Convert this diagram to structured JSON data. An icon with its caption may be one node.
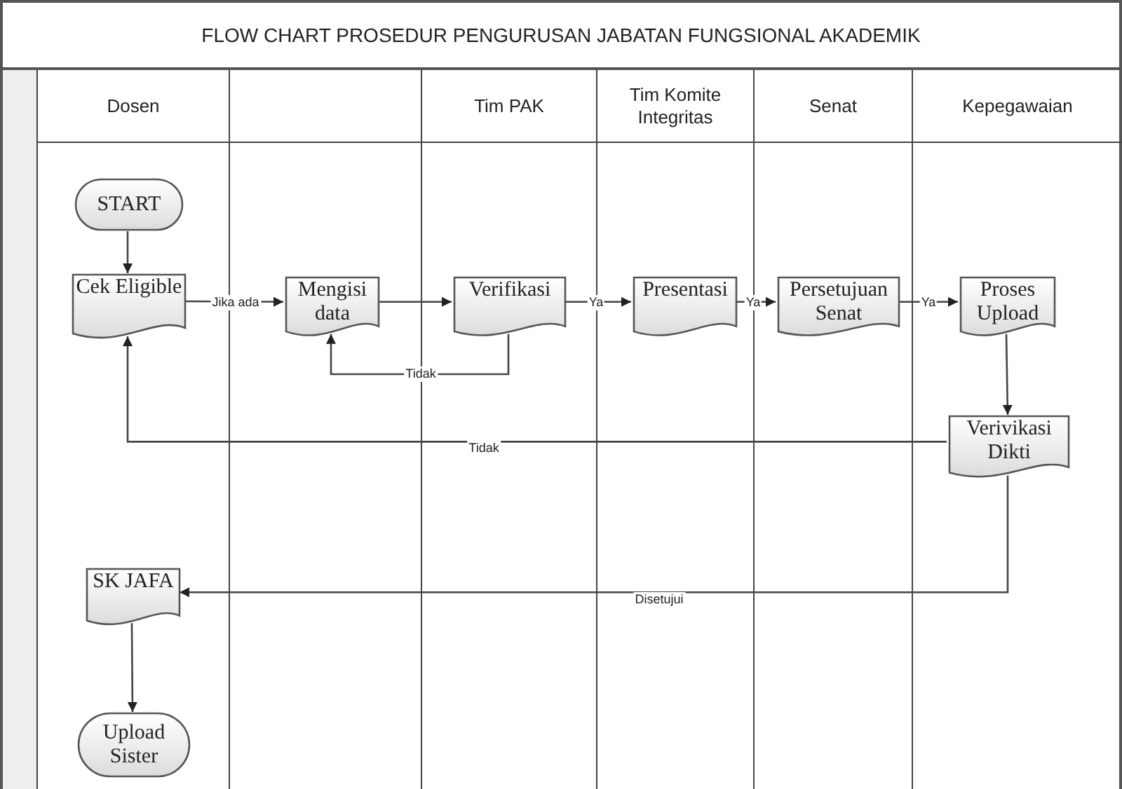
{
  "diagram": {
    "title": "FLOW CHART PROSEDUR PENGURUSAN JABATAN FUNGSIONAL AKADEMIK",
    "nodes": [
      {
        "text": [
          "Dosen"
        ]
      },
      {
        "text": [],
        "shape": "box"
      },
      {
        "text": [
          "Tim PAK"
        ]
      },
      {
        "text": [
          "Tim Komite Integritas"
        ]
      },
      {
        "text": [
          "Senat"
        ]
      },
      {
        "text": [
          "Kepegawaian"
        ]
      },
      {
        "text": [
          "START"
        ],
        "in": 0
      },
      {
        "text": [
          "Cek Eligible"
        ],
        "in": 0
      },
      {
        "text": [
          "Mengisi data"
        ],
        "in": 1
      },
      {
        "text": [
          "Verifikasi"
        ],
        "in": 2
      },
      {
        "text": [
          "Presentasi"
        ],
        "in": 3
      },
      {
        "text": [
          "Persetujuan Senat"
        ],
        "in": 4
      },
      {
        "text": [
          "Proses Upload"
        ],
        "in": 5
      },
      {
        "text": [
          "Verivikasi Dikti"
        ],
        "in": 5
      },
      {
        "text": [
          "SK JAFA"
        ],
        "in": 0
      },
      {
        "text": [
          "Upload Sister"
        ],
        "in": 0
      }
    ],
    "edges": [
      {
        "from": 6,
        "to": 7,
        "arrow": "to"
      },
      {
        "from": 7,
        "to": 8,
        "arrow": "to",
        "label": "Jika ada"
      },
      {
        "from": 8,
        "to": 9,
        "arrow": "to"
      },
      {
        "from": 9,
        "to": 8,
        "arrow": "to",
        "label": "Tidak"
      },
      {
        "from": 9,
        "to": 10,
        "arrow": "to",
        "label": "Ya"
      },
      {
        "from": 10,
        "to": 11,
        "arrow": "to",
        "label": "Ya"
      },
      {
        "from": 11,
        "to": 12,
        "arrow": "to",
        "label": "Ya"
      },
      {
        "from": 12,
        "to": 13,
        "arrow": "to"
      },
      {
        "from": 13,
        "to": 7,
        "arrow": "to",
        "label": "Tidak"
      },
      {
        "from": 13,
        "to": 14,
        "arrow": "to",
        "label": "Disetujui"
      },
      {
        "from": 14,
        "to": 15,
        "arrow": "to"
      }
    ]
  }
}
